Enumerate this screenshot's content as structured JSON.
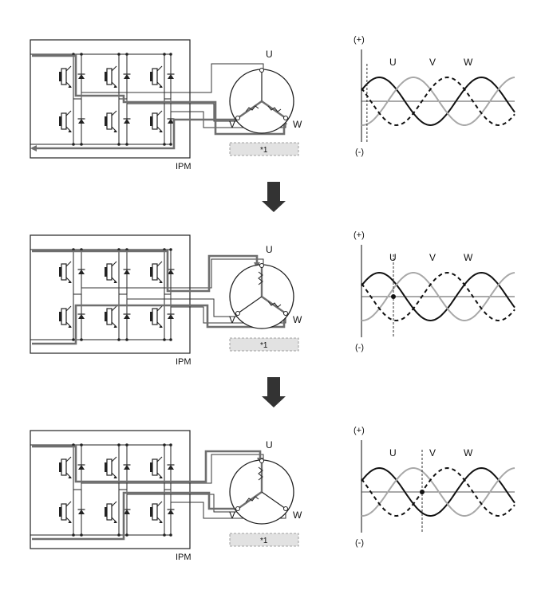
{
  "labels": {
    "U": "U",
    "V": "V",
    "W": "W",
    "ipm": "IPM",
    "note": "*1",
    "plus": "(+)",
    "minus": "(-)"
  },
  "waves": {
    "stroke_colors": {
      "U": "#111111",
      "V": "#a8a8a8",
      "W": "#111111"
    },
    "dash_W": "5,4"
  },
  "colors": {
    "current_path": "#6e6e6e",
    "wire": "#333333",
    "note_fill": "#e2e2e2",
    "arrow": "#333333"
  },
  "stages": [
    {
      "marker_phase": 0.02
    },
    {
      "marker_phase": 0.25
    },
    {
      "marker_phase": 0.5
    }
  ]
}
